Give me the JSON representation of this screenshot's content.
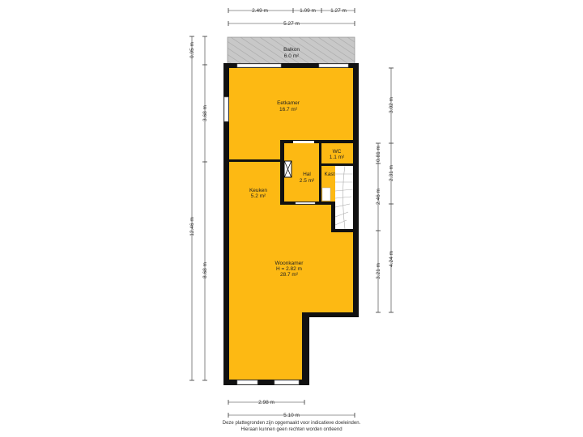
{
  "rooms": {
    "balkon": {
      "name": "Balkon",
      "area": "6.0 m²"
    },
    "eetkamer": {
      "name": "Eetkamer",
      "area": "16.7 m²"
    },
    "wc": {
      "name": "WC",
      "area": "1.1 m²"
    },
    "hal": {
      "name": "Hal",
      "area": "2.5 m²"
    },
    "kast": {
      "name": "Kast"
    },
    "keuken": {
      "name": "Keuken",
      "area": "5.2 m²"
    },
    "woonkamer": {
      "name": "Woonkamer",
      "height": "H = 2.82 m",
      "area": "28.7 m²"
    }
  },
  "dimensions": {
    "top_1": "2.49 m",
    "top_2": "1.09 m",
    "top_3": "1.27 m",
    "top_total": "5.27 m",
    "left_balkon": "0.95 m",
    "left_upper": "3.68 m",
    "left_lower": "8.68 m",
    "left_total": "12.46 m",
    "right_upper": "3.02 m",
    "right_wc": "0.81 m",
    "right_hal": "2.46 m",
    "right_mid": "2.31 m",
    "right_lower": "3.21 m",
    "right_far": "4.24 m",
    "bottom_1": "2.98 m",
    "bottom_total": "5.10 m"
  },
  "footer": {
    "line1": "Deze plattegronden zijn opgemaakt voor indicatieve doeleinden.",
    "line2": "Hieraan kunnen geen rechten worden ontleend"
  },
  "colors": {
    "room": "#FDB913",
    "wall": "#111111",
    "balkon": "#c9c9c9"
  }
}
